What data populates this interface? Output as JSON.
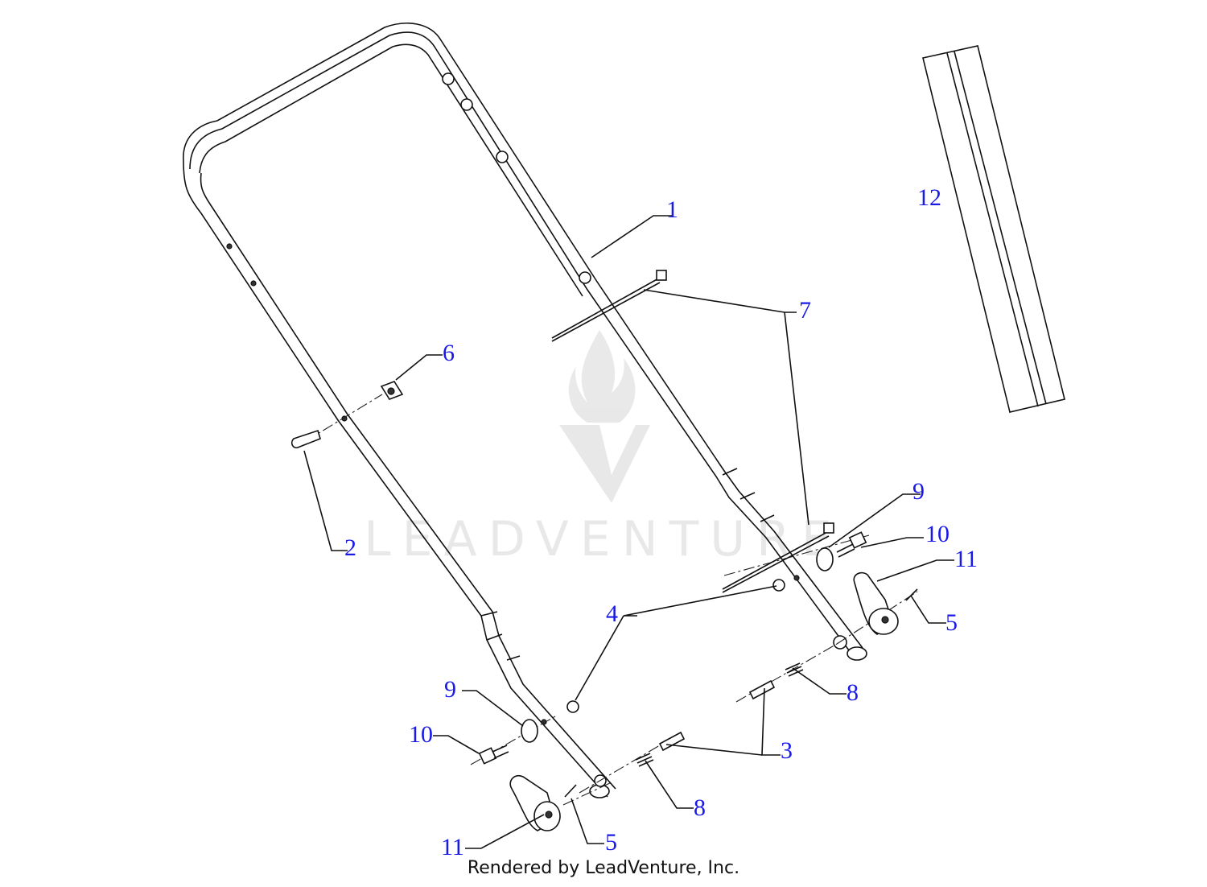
{
  "footer_text": "Rendered by LeadVenture, Inc.",
  "watermark": {
    "brand": "LEADVENTURE"
  },
  "callout_color": "#1a1ae6",
  "callouts": {
    "c1": "1",
    "c2": "2",
    "c3": "3",
    "c4": "4",
    "c5a": "5",
    "c5b": "5",
    "c6": "6",
    "c7": "7",
    "c8a": "8",
    "c8b": "8",
    "c9a": "9",
    "c9b": "9",
    "c10a": "10",
    "c10b": "10",
    "c11a": "11",
    "c11b": "11",
    "c12": "12"
  }
}
